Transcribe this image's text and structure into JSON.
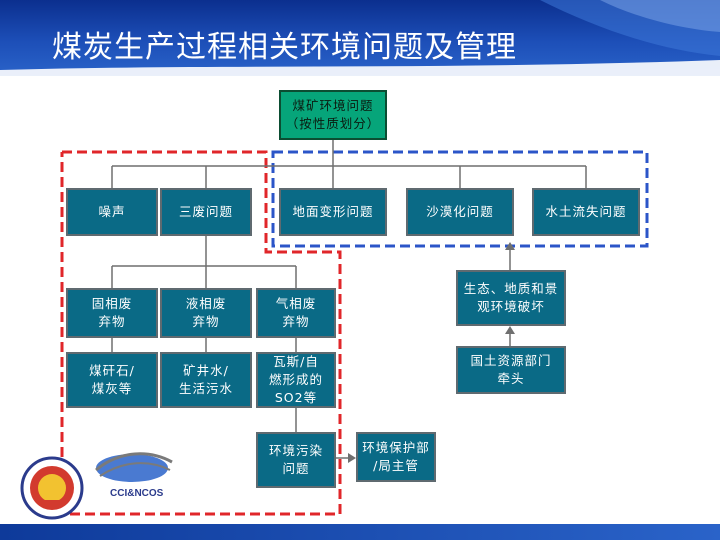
{
  "slide": {
    "title": "煤炭生产过程相关环境问题及管理"
  },
  "colors": {
    "header": "#1d4fb8",
    "box": "#0a6a86",
    "root_box": "#06a57a",
    "red_dash": "#e0262a",
    "blue_dash": "#2b55c8"
  },
  "diagram": {
    "root": "煤矿环境问题\n（按性质划分）",
    "level1": [
      "噪声",
      "三废问题",
      "地面变形问题",
      "沙漠化问题",
      "水土流失问题"
    ],
    "waste_types": [
      "固相废\n弃物",
      "液相废\n弃物",
      "气相废\n弃物"
    ],
    "waste_examples": [
      "煤矸石/\n煤灰等",
      "矿井水/\n生活污水",
      "瓦斯/自\n燃形成的\nSO2等"
    ],
    "land_impact": "生态、地质和景\n观环境破坏",
    "land_authority": "国土资源部门\n牵头",
    "pollution": "环境污染\n问题",
    "env_authority": "环境保护部\n/局主管"
  },
  "logos": {
    "left_icon": "emblem-icon",
    "right_text": "CCI&NCOS"
  }
}
